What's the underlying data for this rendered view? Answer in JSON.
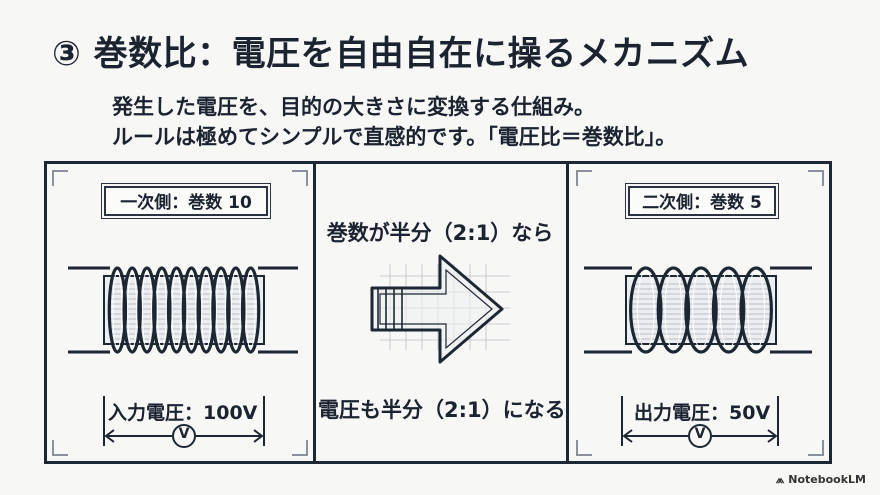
{
  "title": "③ 巻数比：電圧を自由自在に操るメカニズム",
  "description": {
    "line1": "発生した電圧を、目的の大きさに変換する仕組み。",
    "line2": "ルールは極めてシンプルで直感的です。「電圧比＝巻数比」。"
  },
  "primary": {
    "label": "一次側：巻数 10",
    "voltage_label": "入力電圧：100V",
    "meter_symbol": "V",
    "turns": 10
  },
  "secondary": {
    "label": "二次側：巻数 5",
    "voltage_label": "出力電圧：50V",
    "meter_symbol": "V",
    "turns": 5
  },
  "middle": {
    "top_text": "巻数が半分（2:1）なら",
    "bottom_text": "電圧も半分（2:1）になる"
  },
  "footer": {
    "logo_text": "NotebookLM"
  },
  "colors": {
    "ink": "#1d2633",
    "panel_bg": "#f7f7f5"
  }
}
